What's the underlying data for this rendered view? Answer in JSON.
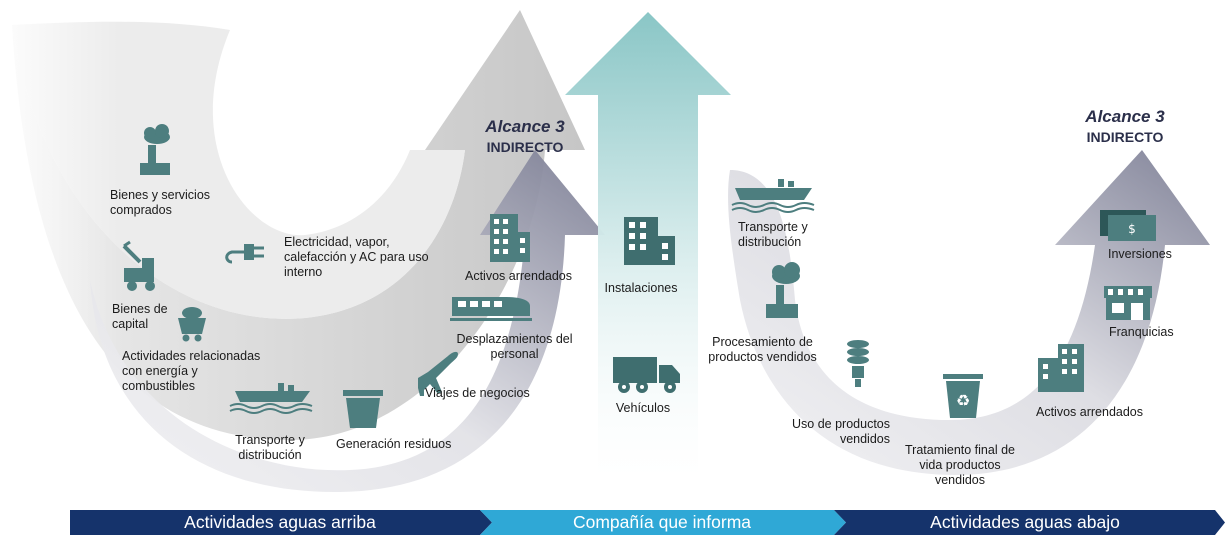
{
  "scope_left": {
    "title": "Alcance 3",
    "subtitle": "INDIRECTO"
  },
  "scope_right": {
    "title": "Alcance 3",
    "subtitle": "INDIRECTO"
  },
  "upstream": {
    "purchased_goods": "Bienes y servicios comprados",
    "electricity": "Electricidad, vapor, calefacción y AC para uso interno",
    "capital_goods": "Bienes de capital",
    "fuel_energy": "Actividades relacionadas con energía y combustibles",
    "transport": "Transporte y distribución",
    "waste": "Generación residuos",
    "business_travel": "Viajes de negocios",
    "commuting": "Desplazamientos del personal",
    "leased_assets": "Activos arrendados"
  },
  "company": {
    "facilities": "Instalaciones",
    "vehicles": "Vehículos"
  },
  "downstream": {
    "transport": "Transporte y distribución",
    "processing": "Procesamiento de productos vendidos",
    "use_of_products": "Uso de productos vendidos",
    "end_of_life": "Tratamiento final de vida productos vendidos",
    "leased_assets": "Activos arrendados",
    "franchises": "Franquicias",
    "investments": "Inversiones"
  },
  "bottom_bar": {
    "upstream": "Actividades aguas arriba",
    "company": "Compañía que informa",
    "downstream": "Actividades aguas abajo"
  },
  "colors": {
    "bar_dark": "#15336b",
    "bar_light": "#2fa8d6",
    "icon_teal": "#4d7e7f",
    "arrow_purple": "#6d6f88",
    "arrow_teal": "#8fc9c9"
  }
}
